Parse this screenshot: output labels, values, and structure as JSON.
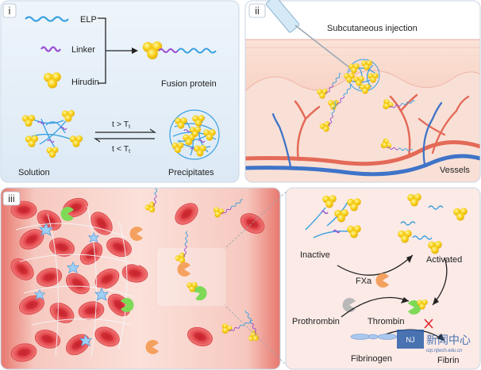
{
  "panels": {
    "i": {
      "numeral": "i",
      "legend": {
        "elp": "ELP",
        "linker": "Linker",
        "hirudin": "Hirudin"
      },
      "fusion_label": "Fusion protein",
      "solution_label": "Solution",
      "precipitates_label": "Precipitates",
      "arrow_forward": "t > T",
      "arrow_backward": "t < T",
      "subscript": "t"
    },
    "ii": {
      "numeral": "ii",
      "injection_label": "Subcutaneous injection",
      "vessels_label": "Vessels"
    },
    "iii": {
      "numeral": "iii",
      "inactive_label": "Inactive",
      "activated_label": "Activated",
      "fxa_label": "FXa",
      "prothrombin_label": "Prothrombin",
      "thrombin_label": "Thrombin",
      "fibrinogen_label": "Fibrinogen",
      "fibrin_label": "Fibrin"
    }
  },
  "watermark": {
    "text": "新闻中心",
    "url": "cqt.njtech.edu.cn"
  },
  "colors": {
    "elp": "#3aa0e0",
    "linker": "#9b4fd0",
    "hirudin": "#f5cc1a",
    "rbc": "#e9464d",
    "fxa": "#f4a15f",
    "thrombin": "#7ed957",
    "prothrombin": "#b9b9b9",
    "fibrinogen": "#a9c7ee"
  }
}
